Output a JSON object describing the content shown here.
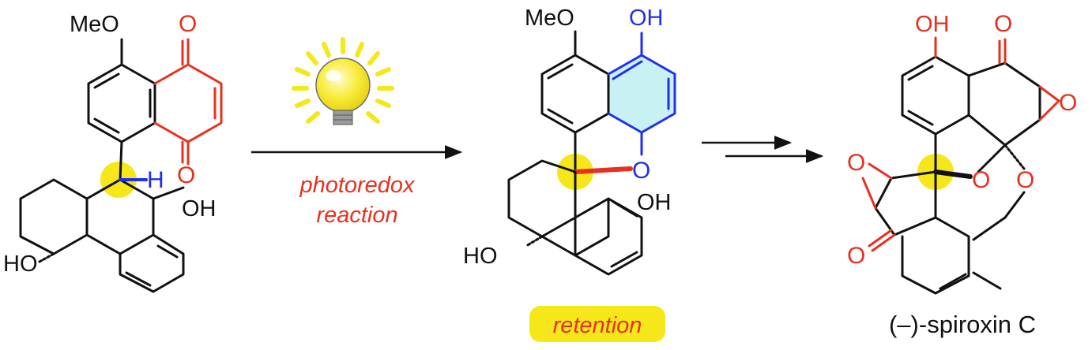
{
  "start": {
    "meo": "MeO",
    "quinone_o_top": "O",
    "quinone_o_bottom": "O",
    "h": "H",
    "oh": "OH",
    "ho": "HO"
  },
  "step1": {
    "line1": "photoredox",
    "line2": "reaction"
  },
  "intermediate": {
    "meo": "MeO",
    "oh_top": "OH",
    "ring_o": "O",
    "oh": "OH",
    "ho": "HO",
    "label": "retention"
  },
  "product": {
    "oh_top": "OH",
    "ketone_o": "O",
    "epoxide_o_right": "O",
    "epoxide_o_left": "O",
    "spiro_o_left": "O",
    "spiro_o_right": "O",
    "ketone_o_left": "O",
    "name": "(–)-spiroxin C"
  },
  "colors": {
    "black": "#111111",
    "red": "#e8301e",
    "blue": "#1f2ff0",
    "highlight": "#f5e71a",
    "aromatic_fill": "#c9f1f4"
  }
}
